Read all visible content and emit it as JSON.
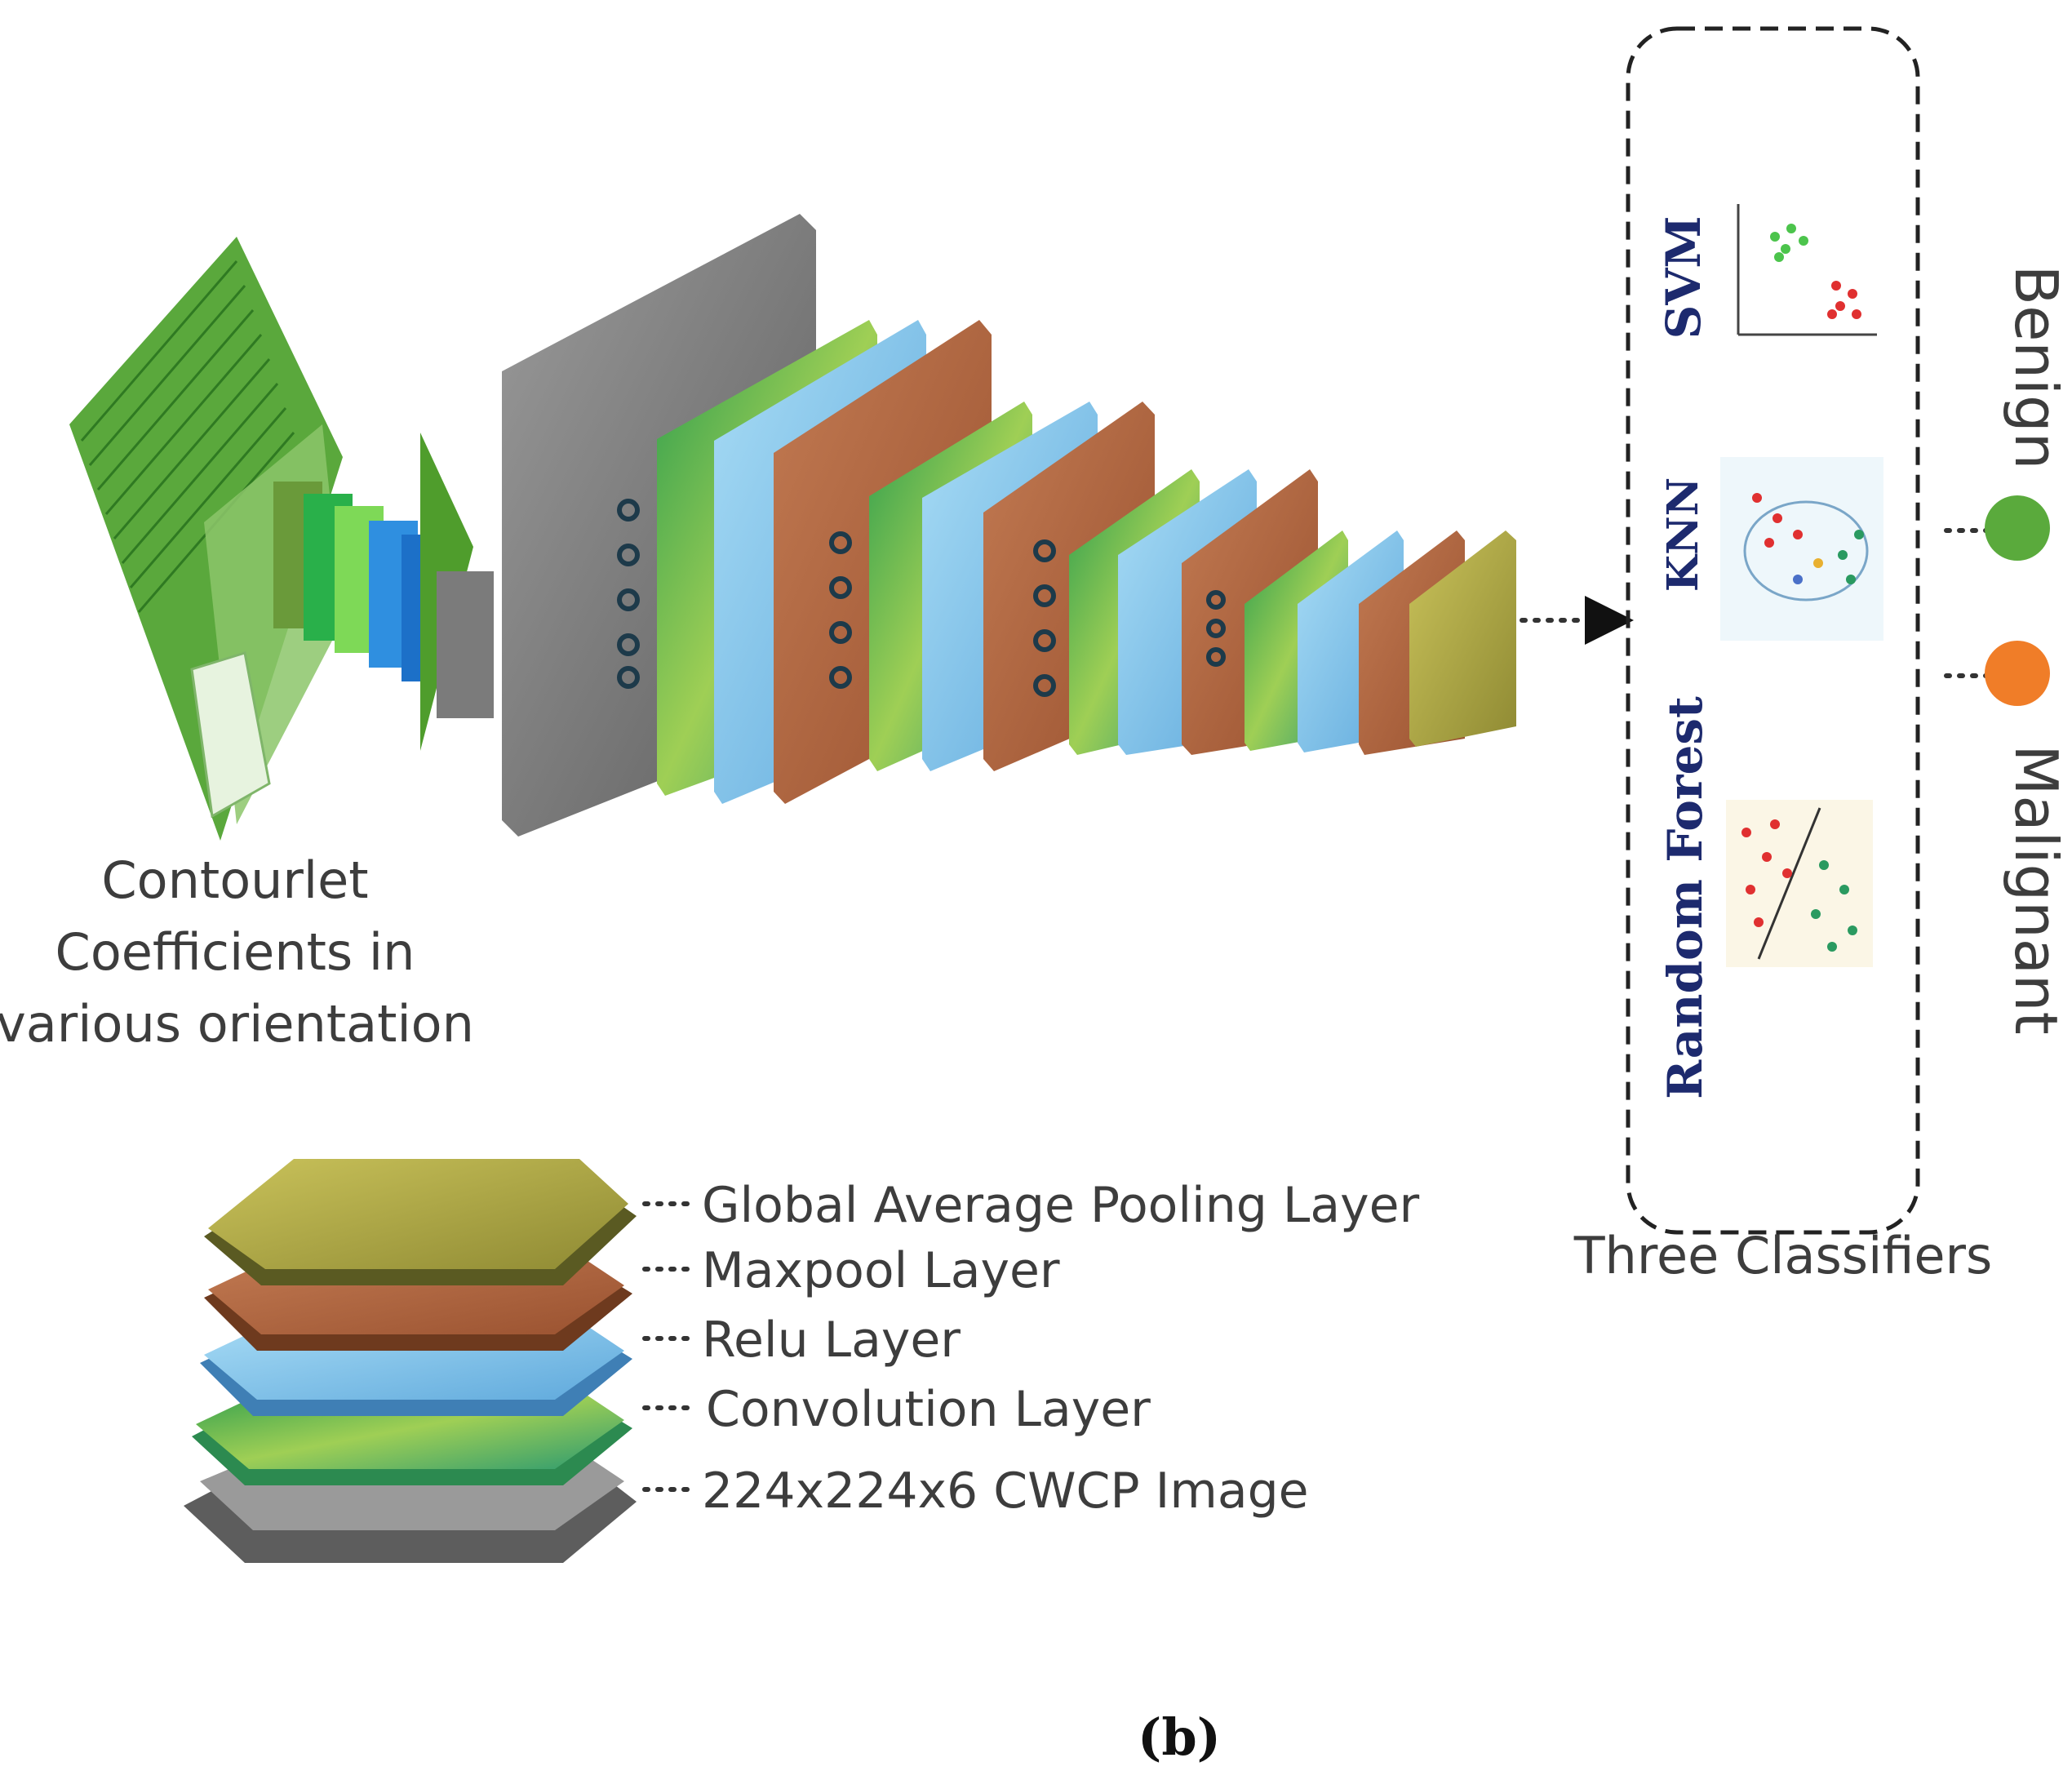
{
  "input_label": [
    "Contourlet",
    "Coefficients in",
    "various orientation"
  ],
  "classifiers": {
    "title": "Three Classifiers",
    "items": [
      {
        "name": "SVM",
        "plot_icon": "svm-scatter-icon"
      },
      {
        "name": "KNN",
        "plot_icon": "knn-scatter-icon"
      },
      {
        "name": "Random Forest",
        "plot_icon": "random-forest-scatter-icon"
      }
    ]
  },
  "outputs": [
    {
      "label": "Benign",
      "color": "#5aaa3c"
    },
    {
      "label": "Malignant",
      "color": "#f07d28"
    }
  ],
  "legend": [
    {
      "label": "Global Average Pooling Layer",
      "color": "#b7b44a"
    },
    {
      "label": "Maxpool Layer",
      "color": "#b8693f"
    },
    {
      "label": "Relu Layer",
      "color": "#7ec3ec"
    },
    {
      "label": "Convolution Layer",
      "color": "#3fae5a"
    },
    {
      "label": "224x224x6 CWCP Image",
      "color": "#8a8a8a"
    }
  ],
  "caption": "(b)"
}
